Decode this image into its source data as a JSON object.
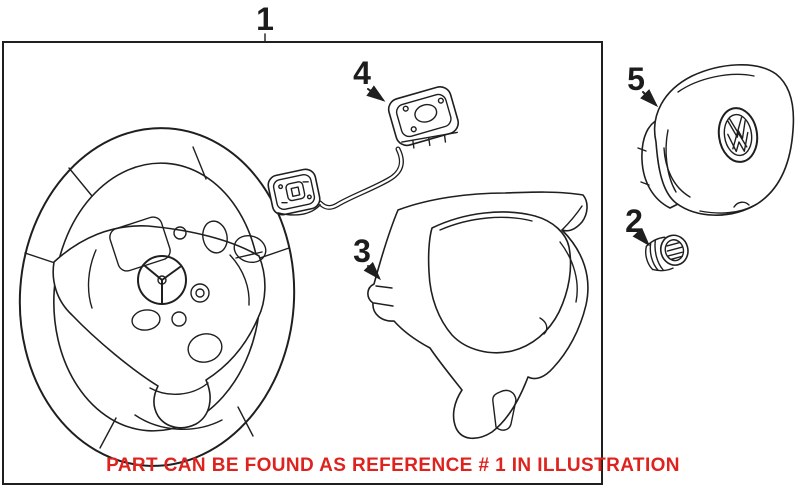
{
  "diagram": {
    "callouts": {
      "c1": {
        "label": "1"
      },
      "c2": {
        "label": "2"
      },
      "c3": {
        "label": "3"
      },
      "c4": {
        "label": "4"
      },
      "c5": {
        "label": "5"
      }
    },
    "banner": {
      "text": "PART CAN BE FOUND AS REFERENCE # 1 IN ILLUSTRATION",
      "color": "#de231f"
    },
    "colors": {
      "line": "#1f1f1f",
      "background": "#ffffff"
    }
  }
}
